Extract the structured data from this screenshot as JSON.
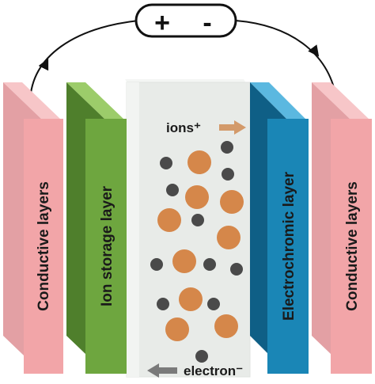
{
  "battery": {
    "plus": "+",
    "minus": "-"
  },
  "layers": {
    "conductive_left": {
      "label": "Conductive layers",
      "color": "#f2a5a8"
    },
    "ion_storage": {
      "label": "Ion storage layer",
      "color": "#6ea63f"
    },
    "electrolyte": {
      "color": "#e8ebe8"
    },
    "electrochromic": {
      "label": "Electrochromic layer",
      "color": "#1a86b6"
    },
    "conductive_right": {
      "label": "Conductive layers",
      "color": "#f2a5a8"
    }
  },
  "annotations": {
    "ions": "ions⁺",
    "electron": "electron⁻",
    "ion_arrow_color": "#d39a6a",
    "electron_arrow_color": "#7a7a7a"
  },
  "particles": {
    "ion_color": "#d5874a",
    "electron_color": "#4a4a4a"
  },
  "icons": {
    "battery": "battery-icon",
    "ion-arrow": "arrow-right-icon",
    "electron-arrow": "arrow-left-icon"
  }
}
